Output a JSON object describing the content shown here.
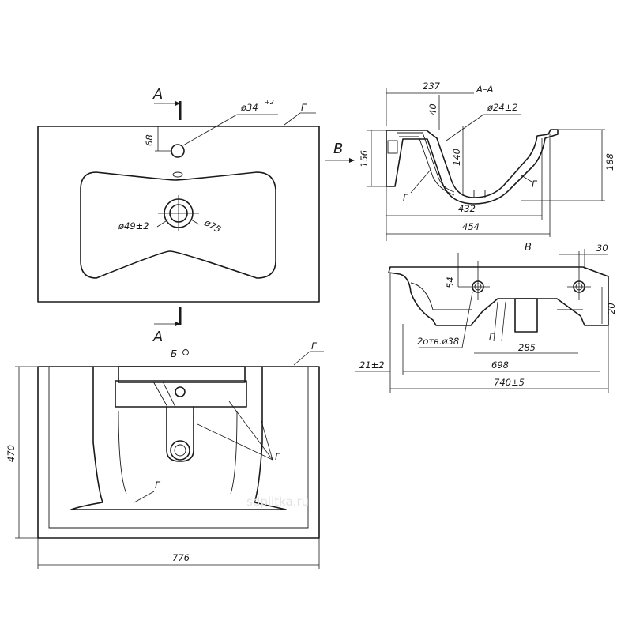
{
  "section": {
    "letter": "А",
    "title": "А–А"
  },
  "view_b": {
    "letter": "B",
    "title": "B"
  },
  "view_front": {
    "letter": "Б"
  },
  "mark": "Г",
  "top_view": {
    "hole_diameter": "ø34",
    "hole_tolerance": "+2",
    "hole_offset": "68",
    "drain_diameter": "ø49±2",
    "drain_outer": "ø75"
  },
  "section_view": {
    "overhang": "237",
    "depth_offset": "40",
    "drain_hole": "ø24±2",
    "inner_height": "140",
    "left_height": "156",
    "total_height": "188",
    "inner_width": "432",
    "outer_width": "454"
  },
  "side_view": {
    "dim_30": "30",
    "dim_54": "54",
    "dim_20": "20",
    "holes": "2отв.ø38",
    "dim_285": "285",
    "dim_698": "698",
    "offset": "21±2",
    "total_width": "740±5"
  },
  "front_view": {
    "height": "470",
    "width": "776"
  },
  "watermark": "sdplitka.ru"
}
